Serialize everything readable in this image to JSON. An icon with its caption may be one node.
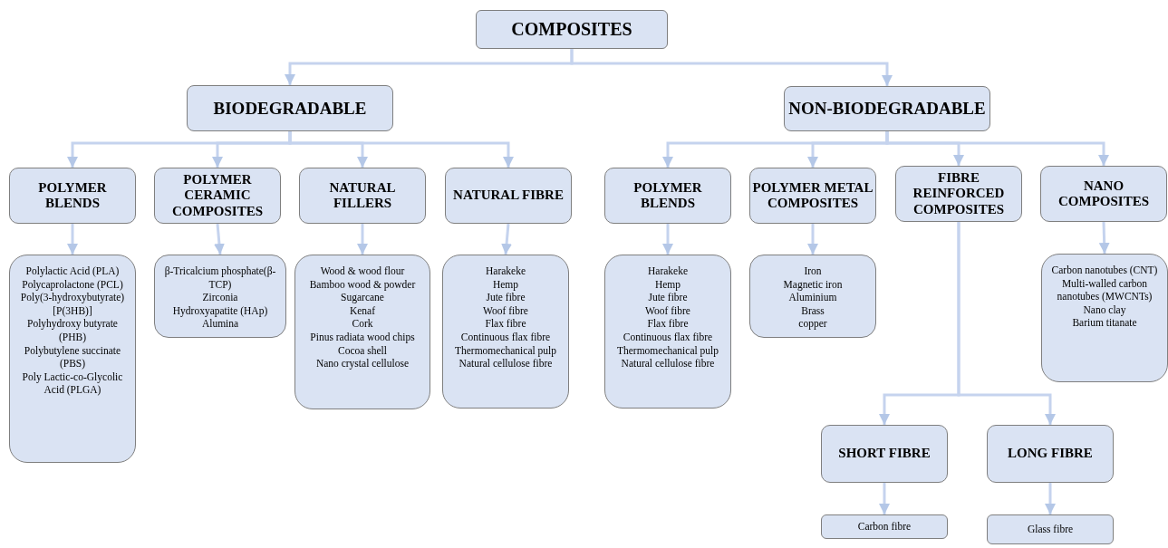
{
  "diagram": {
    "nodes": [
      {
        "text": [
          "COMPOSITES"
        ]
      },
      {
        "text": [
          "BIODEGRADABLE"
        ]
      },
      {
        "text": [
          "NON-BIODEGRADABLE"
        ]
      },
      {
        "text": [
          "POLYMER BLENDS"
        ]
      },
      {
        "text": [
          "POLYMER CERAMIC COMPOSITES"
        ]
      },
      {
        "text": [
          "NATURAL FILLERS"
        ]
      },
      {
        "text": [
          "NATURAL FIBRE"
        ]
      },
      {
        "text": [
          "POLYMER BLENDS"
        ]
      },
      {
        "text": [
          "POLYMER METAL COMPOSITES"
        ]
      },
      {
        "text": [
          "FIBRE REINFORCED COMPOSITES"
        ]
      },
      {
        "text": [
          "NANO COMPOSITES"
        ]
      },
      {
        "text": [
          "Polylactic Acid (PLA)",
          "Polycaprolactone (PCL)",
          "Poly(3-hydroxybutyrate) [P(3HB)]",
          "Polyhydroxy butyrate (PHB)",
          "Polybutylene succinate (PBS)",
          "Poly Lactic-co-Glycolic Acid (PLGA)"
        ]
      },
      {
        "text": [
          "β-Tricalcium phosphate(β-TCP)",
          "Zirconia",
          "Hydroxyapatite (HAp)",
          "Alumina"
        ]
      },
      {
        "text": [
          "Wood & wood flour",
          "Bamboo wood & powder",
          "Sugarcane",
          "Kenaf",
          "Cork",
          "Pinus radiata wood chips",
          "Cocoa shell",
          "Nano crystal cellulose"
        ]
      },
      {
        "text": [
          "Harakeke",
          "Hemp",
          "Jute fibre",
          "Woof fibre",
          "Flax fibre",
          "Continuous flax fibre",
          "Thermomechanical pulp",
          "Natural cellulose fibre"
        ]
      },
      {
        "text": [
          "Harakeke",
          "Hemp",
          "Jute fibre",
          "Woof fibre",
          "Flax fibre",
          "Continuous flax fibre",
          "Thermomechanical pulp",
          "Natural cellulose fibre"
        ]
      },
      {
        "text": [
          "Iron",
          "Magnetic iron",
          "Aluminium",
          "Brass",
          "copper"
        ]
      },
      {
        "text": [
          "Carbon nanotubes (CNT)",
          "Multi-walled carbon nanotubes (MWCNTs)",
          "Nano clay",
          "Barium titanate"
        ]
      },
      {
        "text": [
          "SHORT FIBRE"
        ]
      },
      {
        "text": [
          "LONG FIBRE"
        ]
      },
      {
        "text": [
          "Carbon fibre"
        ]
      },
      {
        "text": [
          "Glass fibre"
        ]
      }
    ],
    "edges": [
      {
        "from": 0,
        "to": 1,
        "arrow": "to"
      },
      {
        "from": 0,
        "to": 2,
        "arrow": "to"
      },
      {
        "from": 1,
        "to": 3,
        "arrow": "to"
      },
      {
        "from": 1,
        "to": 4,
        "arrow": "to"
      },
      {
        "from": 1,
        "to": 5,
        "arrow": "to"
      },
      {
        "from": 1,
        "to": 6,
        "arrow": "to"
      },
      {
        "from": 2,
        "to": 7,
        "arrow": "to"
      },
      {
        "from": 2,
        "to": 8,
        "arrow": "to"
      },
      {
        "from": 2,
        "to": 9,
        "arrow": "to"
      },
      {
        "from": 2,
        "to": 10,
        "arrow": "to"
      },
      {
        "from": 3,
        "to": 11,
        "arrow": "to"
      },
      {
        "from": 4,
        "to": 12,
        "arrow": "to"
      },
      {
        "from": 5,
        "to": 13,
        "arrow": "to"
      },
      {
        "from": 6,
        "to": 14,
        "arrow": "to"
      },
      {
        "from": 7,
        "to": 15,
        "arrow": "to"
      },
      {
        "from": 8,
        "to": 16,
        "arrow": "to"
      },
      {
        "from": 10,
        "to": 17,
        "arrow": "to"
      },
      {
        "from": 9,
        "to": 18,
        "arrow": "to"
      },
      {
        "from": 9,
        "to": 19,
        "arrow": "to"
      },
      {
        "from": 18,
        "to": 20,
        "arrow": "to"
      },
      {
        "from": 19,
        "to": 21,
        "arrow": "to"
      }
    ]
  }
}
